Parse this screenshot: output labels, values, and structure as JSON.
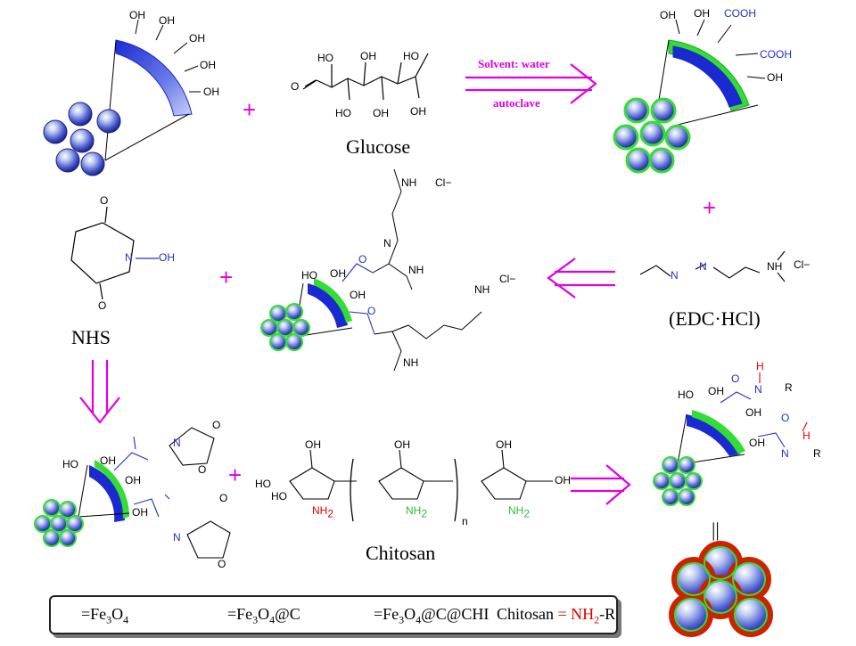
{
  "labels": {
    "glucose": "Glucose",
    "nhs": "NHS",
    "edc": "(EDC·HCl)",
    "chitosan": "Chitosan",
    "equals_sign": "||"
  },
  "arrow1": {
    "top_text": "Solvent: water",
    "bottom_text": "autoclave",
    "color": "#e000e0"
  },
  "chem_groups": {
    "oh": "OH",
    "ho": "HO",
    "cooh": "COOH",
    "cl": "Cl−",
    "nh_plus": "NH",
    "n": "N",
    "nh": "NH",
    "o": "O",
    "nh2": "NH",
    "h": "H",
    "r": "R",
    "n_sub": "n",
    "ho_chain": "HO"
  },
  "legend": {
    "fe3o4": "=Fe",
    "fe3o4_c": "=Fe",
    "fe3o4_c_chi": "=Fe",
    "chitosan_label": "Chitosan",
    "equals": "=",
    "nh2": "NH",
    "r_group": "-R",
    "fe_sub": "3",
    "o_part": "O",
    "o_sub": "4",
    "at_c": "@C",
    "at_c_chi": "@C@CHI",
    "nh2_sub": "2"
  },
  "colors": {
    "accent": "#e000e0",
    "particle_blue": "#2a36c8",
    "carbon_green": "#33dd33",
    "chitosan_red": "#cc2200",
    "amine_red": "#e00000",
    "chem_blue": "#2030c8"
  }
}
